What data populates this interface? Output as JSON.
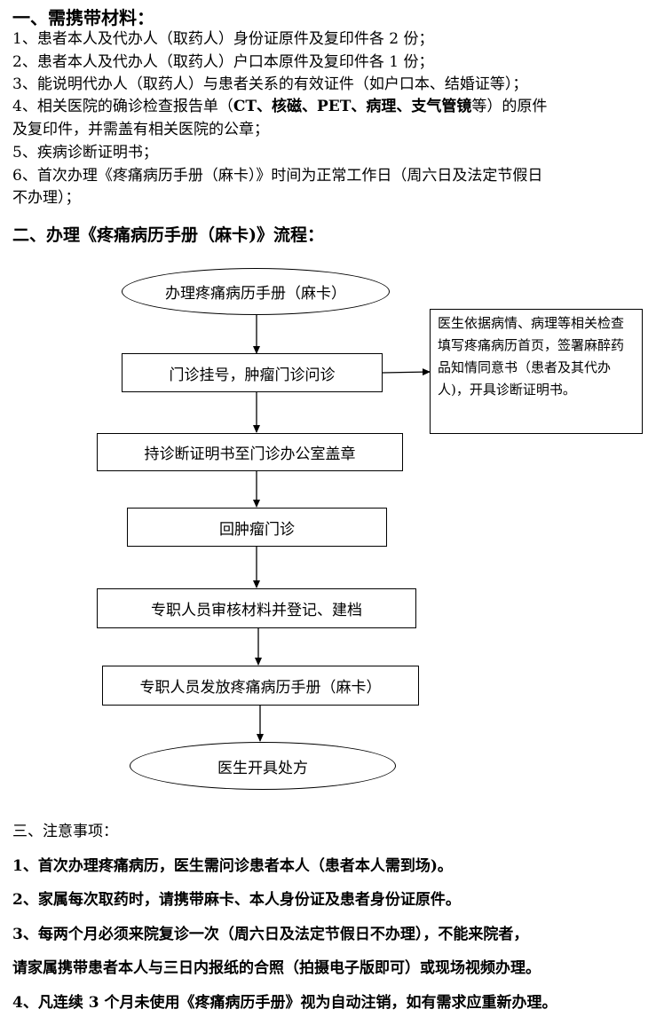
{
  "section1": {
    "title": "一、需携带材料：",
    "items": [
      "1、患者本人及代办人（取药人）身份证原件及复印件各 2 份；",
      "2、患者本人及代办人（取药人）户口本原件及复印件各 1 份；",
      "3、能说明代办人（取药人）与患者关系的有效证件（如户口本、结婚证等）；",
      "4、相关医院的确诊检查报告单（",
      "CT、核磁、PET、病理、支气管镜",
      "等）的原件",
      "及复印件，并需盖有相关医院的公章；",
      "5、疾病诊断证明书；",
      "6、首次办理《疼痛病历手册（麻卡）》时间为正常工作日（周六日及法定节假日",
      "不办理）；"
    ]
  },
  "section2": {
    "title": "二、办理《疼痛病历手册（麻卡)》流程："
  },
  "flow": {
    "start": "办理疼痛病历手册（麻卡）",
    "step1": "门诊挂号，肿瘤门诊问诊",
    "note": "医生依据病情、病理等相关检查填写疼痛病历首页，签署麻醉药品知情同意书（患者及其代办人)，开具诊断证明书。",
    "step2": "持诊断证明书至门诊办公室盖章",
    "step3": "回肿瘤门诊",
    "step4": "专职人员审核材料并登记、建档",
    "step5": "专职人员发放疼痛病历手册（麻卡）",
    "end": "医生开具处方"
  },
  "section3": {
    "title": "三、注意事项：",
    "items": [
      "1、首次办理疼痛病历，医生需问诊患者本人（患者本人需到场)。",
      "2、家属每次取药时，请携带麻卡、本人身份证及患者身份证原件。",
      "3、每两个月必须来院复诊一次（周六日及法定节假日不办理），不能来院者，",
      "请家属携带患者本人与三日内报纸的合照（拍摄电子版即可）或现场视频办理。",
      "4、凡连续 3 个月未使用《疼痛病历手册》视为自动注销，如有需求应重新办理。"
    ]
  }
}
